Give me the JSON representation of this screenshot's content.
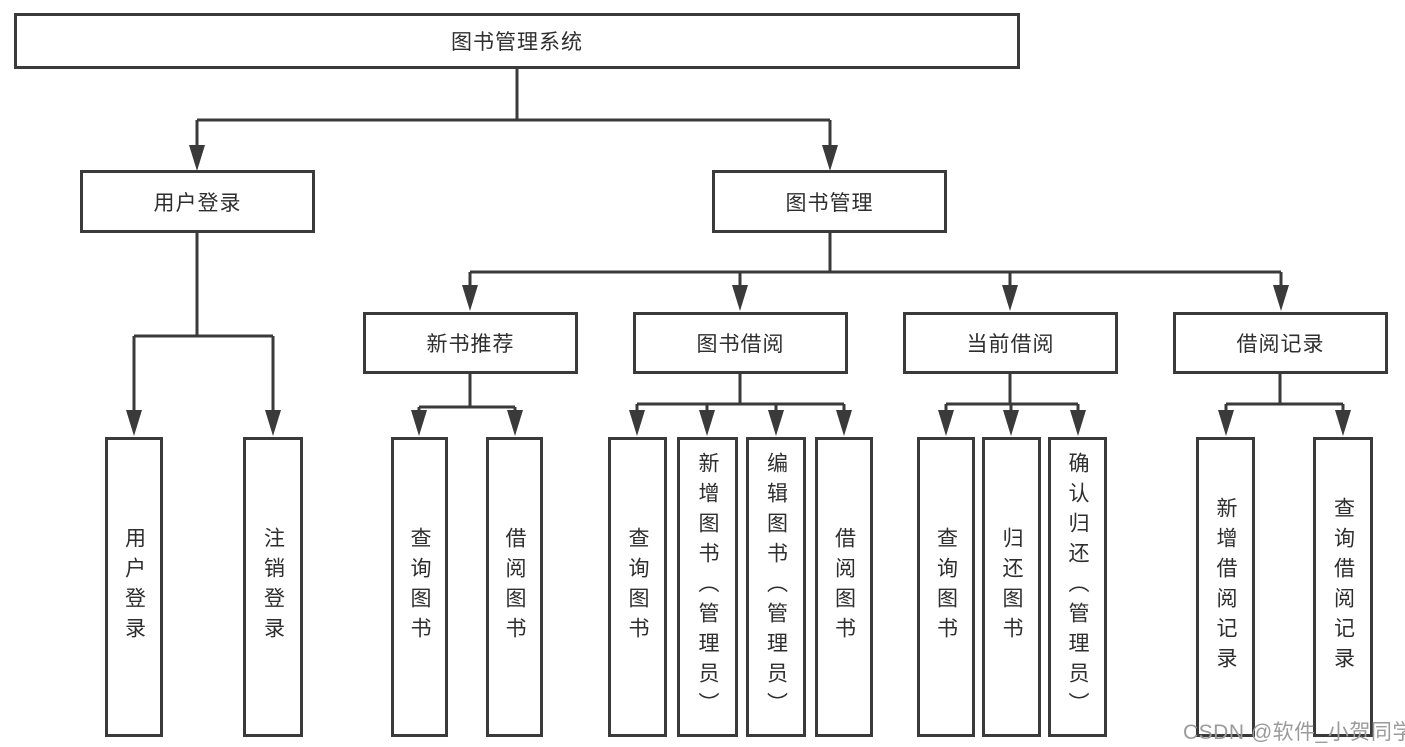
{
  "diagram_title": "图书管理系统",
  "nodes": {
    "root": {
      "label": "图书管理系统"
    },
    "login": {
      "label": "用户登录",
      "children": [
        "用户登录",
        "注销登录"
      ]
    },
    "management": {
      "label": "图书管理",
      "groups": [
        {
          "label": "新书推荐",
          "children": [
            "查询图书",
            "借阅图书"
          ]
        },
        {
          "label": "图书借阅",
          "children": [
            "查询图书",
            "新增图书（管理员）",
            "编辑图书（管理员）",
            "借阅图书"
          ]
        },
        {
          "label": "当前借阅",
          "children": [
            "查询图书",
            "归还图书",
            "确认归还（管理员）"
          ]
        },
        {
          "label": "借阅记录",
          "children": [
            "新增借阅记录",
            "查询借阅记录"
          ]
        }
      ]
    }
  },
  "watermark": "CSDN @软件_小贺同学",
  "colors": {
    "line": "#3a3a3a",
    "text": "#2e2e2e",
    "watermark": "#9b9b9b",
    "background": "#ffffff"
  }
}
